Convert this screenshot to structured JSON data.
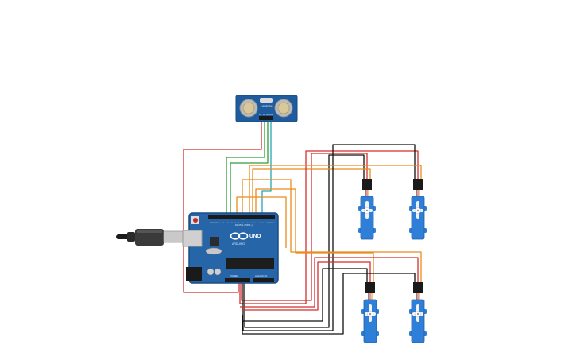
{
  "sensor": {
    "model": "HC-SR04",
    "pins": [
      "Vcc",
      "Trig",
      "Echo",
      "Gnd"
    ]
  },
  "arduino": {
    "brand": "UNO",
    "maker": "ARDUINO",
    "digital_header": "DIGITAL (PWM~)",
    "power_header": "POWER",
    "analog_header": "ANALOG IN",
    "pin_labels_top": [
      "AREF",
      "GND",
      "13",
      "12",
      "~11",
      "~10",
      "~9",
      "8",
      "7",
      "~6",
      "~5",
      "4",
      "~3",
      "2",
      "TX 1",
      "RX 0"
    ]
  },
  "colors": {
    "board": "#2565a8",
    "board_dark": "#1b4d85",
    "servo": "#2f7ed8",
    "sensor": "#1f5c9e",
    "wire_red": "#d32f2f",
    "wire_black": "#111111",
    "wire_orange": "#e98b1c",
    "wire_green": "#2e9e3a",
    "wire_teal": "#25a6b5"
  }
}
